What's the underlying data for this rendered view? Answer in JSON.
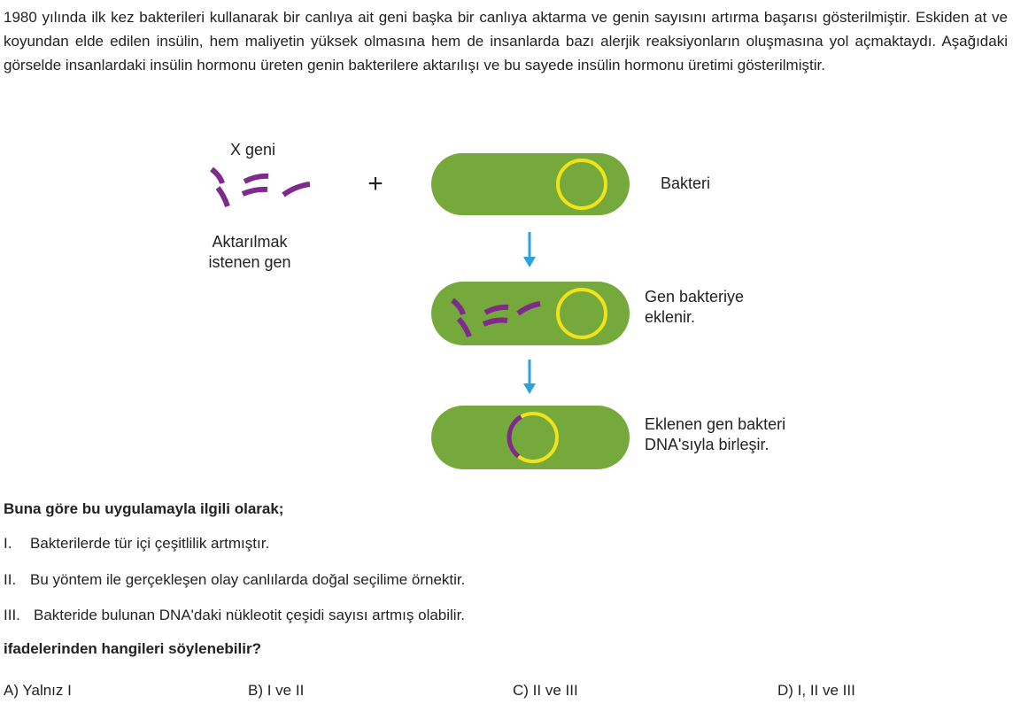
{
  "intro_text": "1980 yılında ilk kez bakterileri kullanarak bir canlıya ait geni başka bir canlıya aktarma ve genin sayısını artırma başarısı gösterilmiştir. Eskiden at ve koyundan elde edilen insülin, hem maliyetin yüksek olmasına hem de insanlarda bazı alerjik reaksiyonların oluşmasına yol açmaktaydı. Aşağıdaki görselde insanlardaki insülin hormonu üreten genin bakterilere aktarılışı ve bu sayede insülin hormonu üretimi gösterilmiştir.",
  "figure": {
    "gene_label": "X geni",
    "plus_sign": "+",
    "gene_caption_line1": "Aktarılmak",
    "gene_caption_line2": "istenen gen",
    "step1_label": "Bakteri",
    "step2_label_line1": "Gen bakteriye",
    "step2_label_line2": "eklenir.",
    "step3_label_line1": "Eklenen gen bakteri",
    "step3_label_line2": "DNA'sıyla birleşir.",
    "colors": {
      "bacterium": "#76a93b",
      "plasmid": "#f2e21a",
      "gene": "#7f2a8c",
      "arrow": "#29a3dc"
    }
  },
  "question": {
    "lead": "Buna göre bu uygulamayla ilgili olarak;",
    "statements": [
      {
        "num": "I.",
        "text": "Bakterilerde tür içi çeşitlilik artmıştır."
      },
      {
        "num": "II.",
        "text": "Bu yöntem ile gerçekleşen olay canlılarda doğal seçilime örnektir."
      },
      {
        "num": "III.",
        "text": "Bakteride bulunan DNA'daki nükleotit çeşidi sayısı artmış olabilir."
      }
    ],
    "tail": "ifadelerinden hangileri söylenebilir?",
    "options": [
      {
        "label": "A) Yalnız I"
      },
      {
        "label": "B) I ve II"
      },
      {
        "label": "C) II ve III"
      },
      {
        "label": "D) I, II ve III"
      }
    ]
  }
}
